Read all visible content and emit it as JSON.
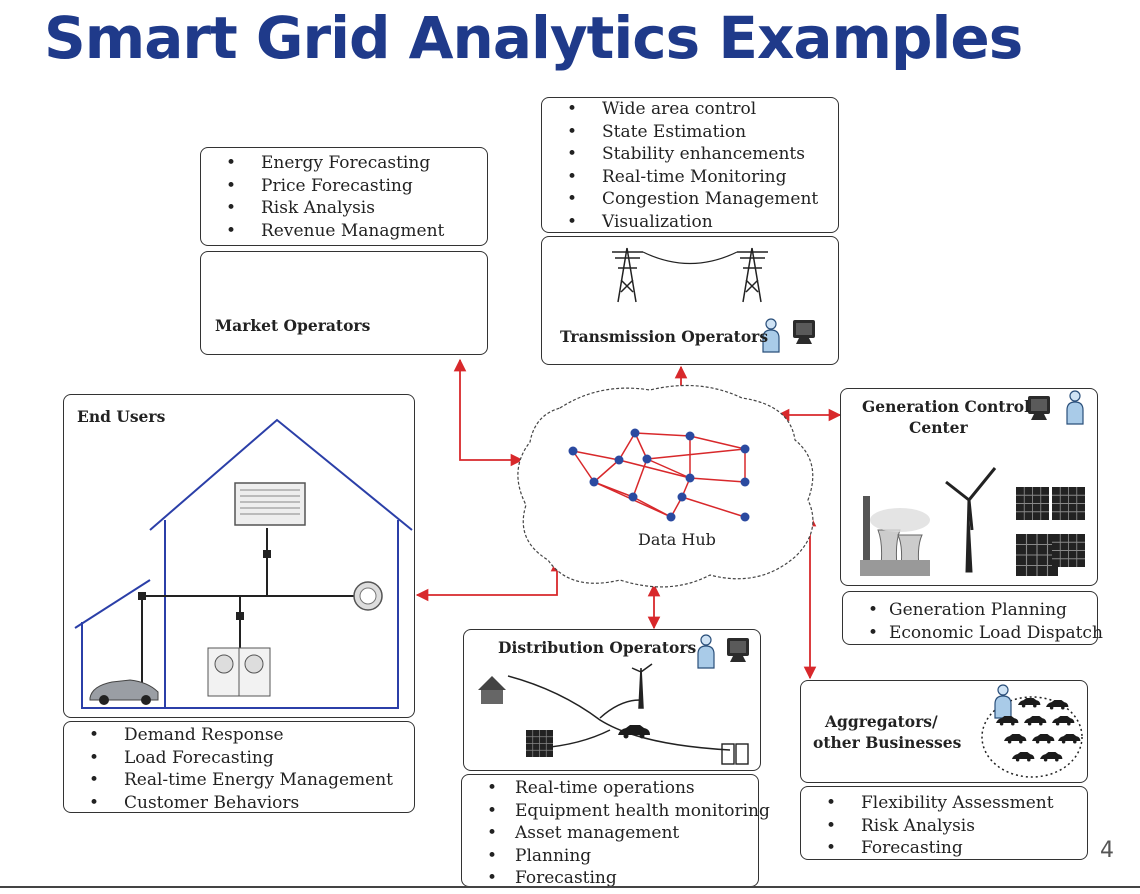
{
  "title": "Smart Grid Analytics Examples",
  "hub": {
    "label": "Data Hub"
  },
  "market": {
    "label": "Market Operators",
    "items": [
      "Energy Forecasting",
      "Price Forecasting",
      "Risk Analysis",
      "Revenue Managment"
    ]
  },
  "transmission": {
    "label": "Transmission Operators",
    "items": [
      "Wide area control",
      "State Estimation",
      "Stability enhancements",
      "Real-time Monitoring",
      "Congestion Management",
      "Visualization"
    ]
  },
  "generation": {
    "label_line1": "Generation Control",
    "label_line2": "Center",
    "items": [
      "Generation Planning",
      "Economic Load Dispatch"
    ]
  },
  "end_users": {
    "label": "End Users",
    "items": [
      "Demand Response",
      "Load Forecasting",
      "Real-time Energy Management",
      "Customer Behaviors"
    ]
  },
  "distribution": {
    "label": "Distribution Operators",
    "items": [
      "Real-time operations",
      "Equipment health monitoring",
      "Asset management",
      "Planning",
      "Forecasting"
    ]
  },
  "aggregators": {
    "label_line1": "Aggregators/",
    "label_line2": "other Businesses",
    "items": [
      "Flexibility Assessment",
      "Risk Analysis",
      "Forecasting"
    ]
  },
  "page_number": "4",
  "colors": {
    "title": "#1f3a8a",
    "arrow": "#d8282b",
    "network_edge": "#d8282b",
    "network_node": "#2b4aa0",
    "house_outline": "#2b3fa8"
  },
  "icons": [
    "person-icon",
    "monitor-icon",
    "transmission-tower-icon",
    "wind-turbine-icon",
    "solar-panel-icon",
    "power-plant-icon",
    "house-icon",
    "car-icon",
    "battery-icon",
    "air-conditioner-icon",
    "washer-dryer-icon",
    "smart-meter-icon",
    "electric-car-icon",
    "cloud-icon",
    "network-icon"
  ]
}
